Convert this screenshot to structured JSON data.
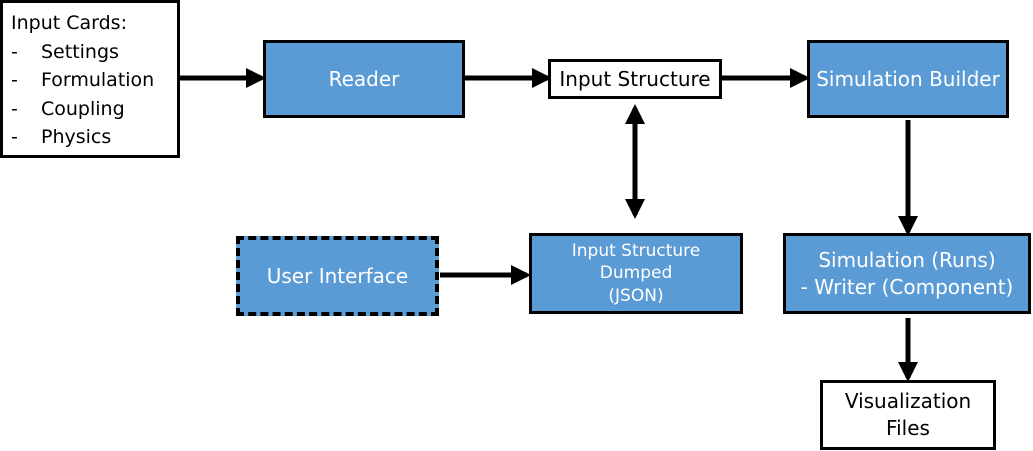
{
  "input_cards": {
    "title": "Input Cards:",
    "items": [
      "Settings",
      "Formulation",
      "Coupling",
      "Physics"
    ],
    "bullet": "-"
  },
  "nodes": {
    "reader": "Reader",
    "input_structure": "Input Structure",
    "simulation_builder": "Simulation Builder",
    "user_interface": "User Interface",
    "dumped": [
      "Input Structure",
      "Dumped",
      "(JSON)"
    ],
    "simulation_runs": [
      "Simulation (Runs)",
      "- Writer (Component)"
    ],
    "visualization": [
      "Visualization",
      "Files"
    ]
  },
  "colors": {
    "box_fill": "#5b9bd5",
    "arrow": "#000000"
  }
}
